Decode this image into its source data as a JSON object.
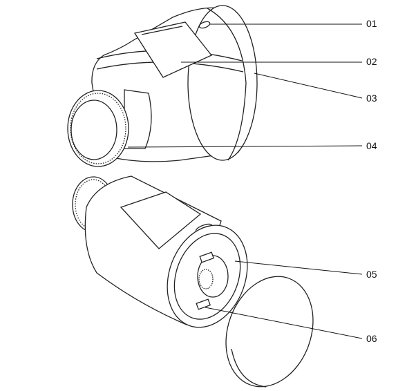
{
  "diagram": {
    "labels": [
      "01",
      "02",
      "03",
      "04",
      "05",
      "06"
    ],
    "colors": {
      "line": "#222222",
      "background": "#ffffff"
    }
  }
}
